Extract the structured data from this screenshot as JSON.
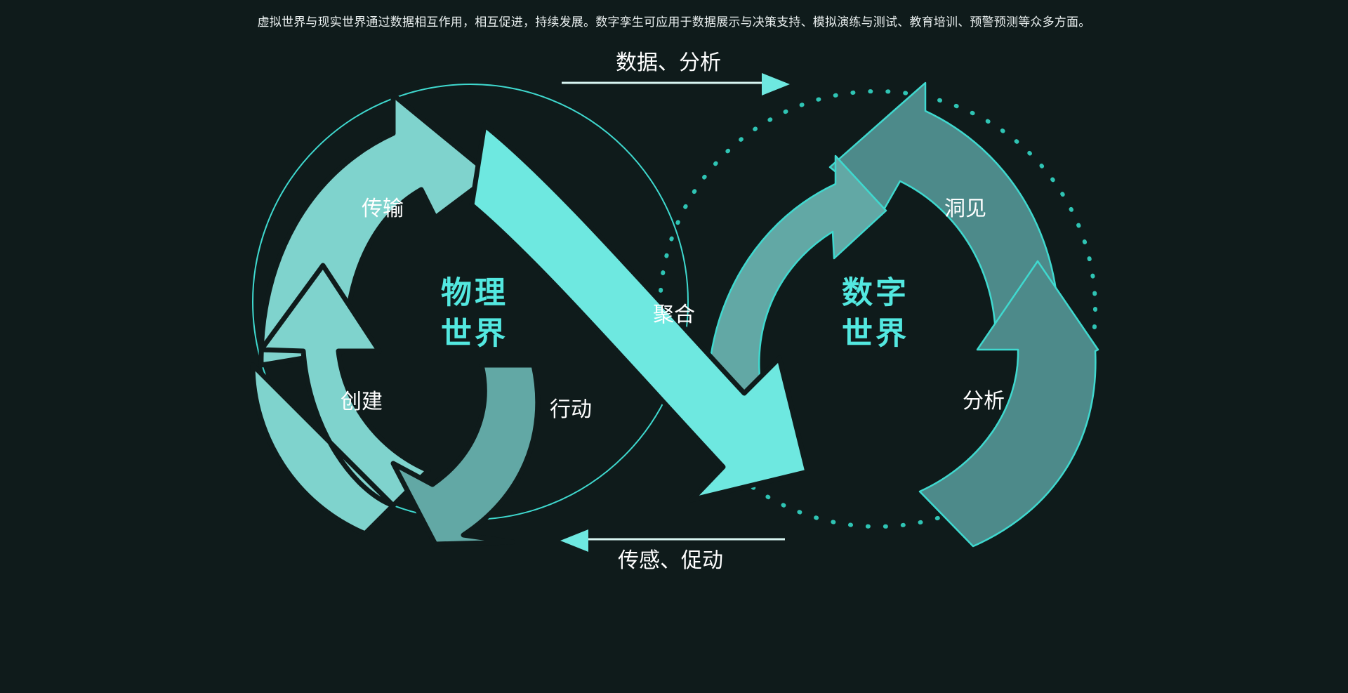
{
  "caption": {
    "text": "虚拟世界与现实世界通过数据相互作用，相互促进，持续发展。数字孪生可应用于数据展示与决策支持、模拟演练与测试、教育培训、预警预测等众多方面。"
  },
  "flows": {
    "top": "数据、分析",
    "bottom": "传感、促动",
    "center": "聚合"
  },
  "physical": {
    "title_line1": "物理",
    "title_line2": "世界",
    "steps": [
      {
        "id": "transmit",
        "label": "传输"
      },
      {
        "id": "insight-create",
        "label": "创建"
      },
      {
        "id": "act",
        "label": "行动"
      }
    ]
  },
  "digital": {
    "title_line1": "数字",
    "title_line2": "世界",
    "steps": [
      {
        "id": "insight",
        "label": "洞见"
      },
      {
        "id": "analyze",
        "label": "分析"
      }
    ]
  },
  "colors": {
    "background": "#0f1b1b",
    "bright_cyan": "#6ee8e0",
    "light_teal": "#7fd3cd",
    "mid_teal": "#62a8a5",
    "dark_teal": "#4d8a8a",
    "circle_stroke": "#3fd9cf",
    "dotted_stroke": "#2fbdae",
    "core_text": "#53e8e0",
    "label_text": "#ffffff",
    "caption_text": "#e8eeee"
  }
}
